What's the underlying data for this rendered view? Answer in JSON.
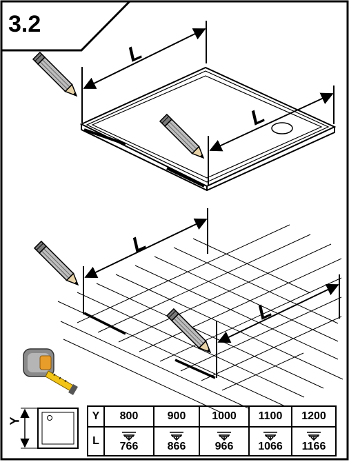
{
  "step_label": "3.2",
  "dimension_label": "L",
  "y_label": "Y",
  "table": {
    "row_labels": [
      "Y",
      "L"
    ],
    "y_values": [
      "800",
      "900",
      "1000",
      "1100",
      "1200"
    ],
    "l_values": [
      "766",
      "866",
      "966",
      "1066",
      "1166"
    ]
  },
  "icons": [
    "pencil-icon",
    "tape-measure-icon",
    "tray-plan-icon",
    "arrow-down-icon"
  ]
}
